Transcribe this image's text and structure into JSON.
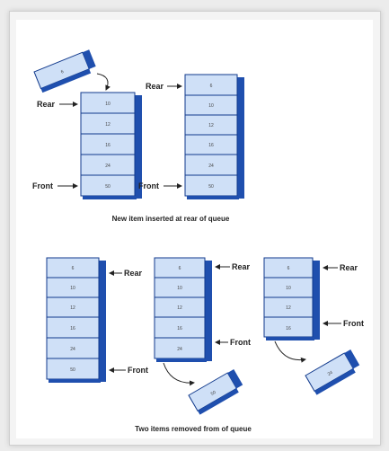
{
  "labels": {
    "rear": "Rear",
    "front": "Front"
  },
  "captions": {
    "top": "New item inserted at rear of queue",
    "bottom": "Two items removed from of queue"
  },
  "values": {
    "queue_before": [
      "10",
      "12",
      "16",
      "24",
      "50"
    ],
    "queue_after_insert": [
      "6",
      "10",
      "12",
      "16",
      "24",
      "50"
    ],
    "new_item": "6",
    "removed_first": "50",
    "removed_second": "24"
  },
  "colors": {
    "cell": "#cfe0f7",
    "cell_light": "#e8f0fb",
    "side": "#1f4fae",
    "outline": "#123a8c"
  }
}
